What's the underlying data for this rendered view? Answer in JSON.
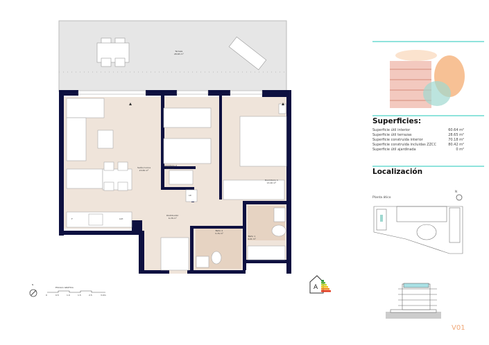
{
  "plan": {
    "rooms": [
      {
        "name": "Terraza",
        "area": "28.65 m²"
      },
      {
        "name": "Salón/cocina",
        "area": "23.82 m²"
      },
      {
        "name": "Dormitorio 2",
        "area": "8.81 m²"
      },
      {
        "name": "Dormitorio 1",
        "area": "13.26 m²"
      },
      {
        "name": "Distribuidor",
        "area": "6.78 m²"
      },
      {
        "name": "Baño 2",
        "area": "3.76 m²"
      },
      {
        "name": "Baño 1",
        "area": "4.21 m²"
      }
    ],
    "fixtures": {
      "fridge": "F",
      "wash": "C/H",
      "laundry": "LR"
    },
    "colors": {
      "wall": "#0d1040",
      "floor": "#efe4da",
      "bath": "#e6d3c2",
      "terrace": "#e6e6e6"
    }
  },
  "scale": {
    "title": "ESCALA GRÁFICA",
    "ticks": [
      "0",
      "0.5",
      "1.0",
      "1.5",
      "2.5",
      "3.0m"
    ],
    "north": "N"
  },
  "energy": {
    "rating": "A"
  },
  "side": {
    "superficies_title": "Superficies:",
    "superficies": [
      {
        "label": "Superficie útil interior",
        "value": "60.64 m²"
      },
      {
        "label": "Superficie útil terrazas",
        "value": "28.65 m²"
      },
      {
        "label": "Superficie construida interior",
        "value": "70.18 m²"
      },
      {
        "label": "Superficie construida incluidas ZZCC",
        "value": "80.42 m²"
      },
      {
        "label": "Superficie útil ajardinada",
        "value": "0 m²"
      }
    ],
    "localizacion_title": "Localización",
    "map_caption": "Planta ático",
    "north": "N",
    "unit": "V01",
    "accent": "#8fe3dc",
    "unit_color": "#f0a878"
  }
}
